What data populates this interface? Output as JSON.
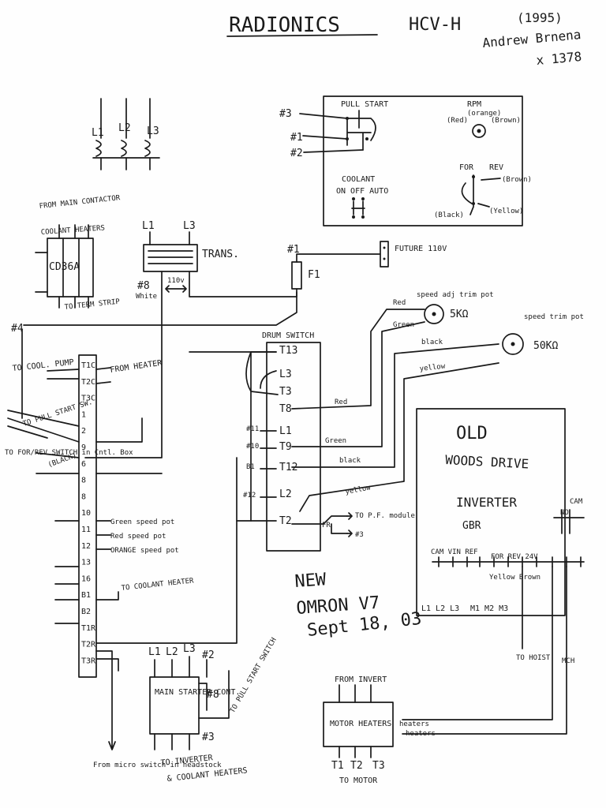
{
  "header": {
    "title": "RADIONICS",
    "model": "HCV-H",
    "year": "(1995)",
    "author": "Andrew Brnena",
    "extension": "x 1378"
  },
  "inductors": {
    "l1": "L1",
    "l2": "L2",
    "l3": "L3"
  },
  "pendant": {
    "pull_start": "PULL START",
    "rpm": "RPM",
    "rpm_orange": "(orange)",
    "rpm_red": "(Red)",
    "rpm_brown": "(Brown)",
    "wire3": "#3",
    "wire1": "#1",
    "wire2": "#2",
    "coolant": "COOLANT",
    "coolant_modes": "ON OFF AUTO",
    "for": "FOR",
    "rev": "REV",
    "fr_brown": "(Brown)",
    "fr_black": "(Black)",
    "fr_yellow": "(Yellow)"
  },
  "contactor_block": {
    "from_main": "FROM MAIN CONTACTOR",
    "coolant_heaters": "COOLANT HEATERS",
    "label": "CD36A",
    "to_term": "TO TERM STRIP"
  },
  "transformer": {
    "l1": "L1",
    "l3": "L3",
    "label": "TRANS.",
    "wire8": "#8",
    "white": "White",
    "v110": "110v"
  },
  "fuse": {
    "wire1": "#1",
    "label": "F1",
    "future": "FUTURE 110V"
  },
  "wire4": "#4",
  "terminal_strip": {
    "terminals": [
      "T1C",
      "T2C",
      "T3C",
      "1",
      "2",
      "9",
      "6",
      "8",
      "8",
      "10",
      "11",
      "12",
      "13",
      "16",
      "B1",
      "B2",
      "T1R",
      "T2R",
      "T3R"
    ],
    "to_cool_pump": "TO COOL. PUMP",
    "from_heater": "FROM HEATER",
    "to_pull_start_sw": "TO PULL START SW.",
    "to_for_rev": "TO FOR/REV SWITCH in Cntl. Box",
    "black": "(BLACK)",
    "green_speed": "Green speed pot",
    "red_speed": "Red speed pot",
    "orange_speed": "ORANGE speed pot",
    "to_coolant_heater": "TO COOLANT HEATER"
  },
  "drum_switch": {
    "title": "DRUM SWITCH",
    "t13": "T13",
    "l3": "L3",
    "t3": "T3",
    "t8": "T8",
    "n11": "#11",
    "l1": "L1",
    "n10": "#10",
    "t9": "T9",
    "b1": "B1",
    "t12": "T12",
    "n12": "#12",
    "l2": "L2",
    "t2": "T2",
    "fr": "FR",
    "red": "Red",
    "green": "Green",
    "black": "black",
    "yellow": "yellow",
    "to_pf": "TO P.F. module",
    "n3": "#3"
  },
  "pots": {
    "speed_adj_label": "speed adj trim pot",
    "speed_adj_value": "5KΩ",
    "red": "Red",
    "green": "Green",
    "speed_trim_label": "speed trim pot",
    "speed_trim_value": "50KΩ",
    "black": "black",
    "yellow": "yellow"
  },
  "inverter": {
    "old": "OLD",
    "woods": "WOODS DRIVE",
    "inverter": "INVERTER",
    "gbr": "GBR",
    "cam": "CAM",
    "no": "NO",
    "cam_vin_ref": "CAM VIN REF",
    "for_rev": "FOR REV 24V",
    "yellow_brown": "Yellow Brown",
    "lines": "L1 L2 L3",
    "motor": "M1 M2 M3",
    "to_hoist": "TO HOIST",
    "mch": "MCH"
  },
  "note": {
    "new": "NEW",
    "omron": "OMRON V7",
    "date": "Sept 18, 03"
  },
  "main_starter": {
    "l1": "L1",
    "l2": "L2",
    "l3": "L3",
    "n2": "#2",
    "label": "MAIN STARTER CONT.",
    "n8": "#8",
    "to_pull_start": "TO PULL START SWITCH",
    "n3": "#3",
    "to_inverter": "TO INVERTER",
    "coolant_heaters": "& COOLANT HEATERS",
    "from_micro": "From micro switch in headstock"
  },
  "motor_heaters": {
    "from_invert": "FROM INVERT",
    "label": "MOTOR HEATERS",
    "heaters1": "heaters",
    "heaters2": "heaters",
    "t1": "T1",
    "t2": "T2",
    "t3": "T3",
    "to_motor": "TO MOTOR"
  }
}
